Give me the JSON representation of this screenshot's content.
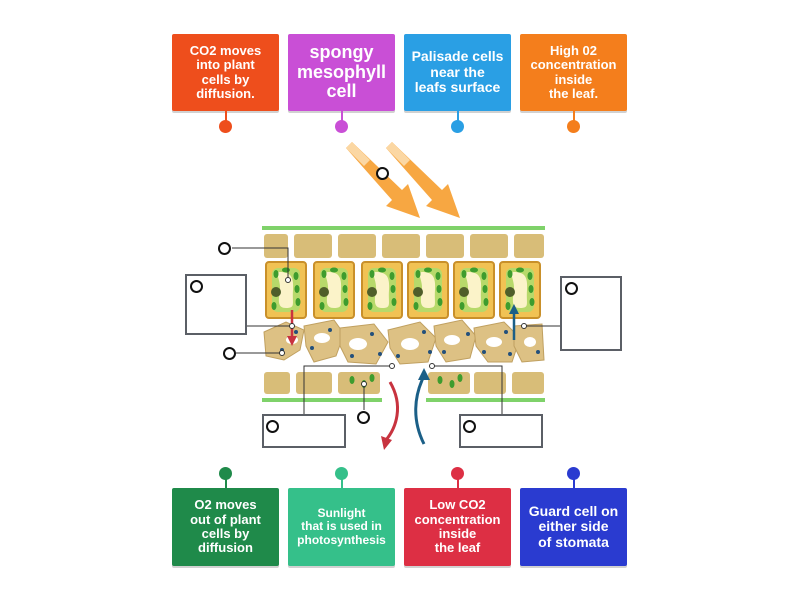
{
  "colors": {
    "orange_red": "#ee4e1c",
    "magenta": "#c94fd6",
    "sky_blue": "#2a9fe4",
    "orange": "#f47e1c",
    "green_dark": "#1f8a4a",
    "green_light": "#35c08a",
    "red": "#dd2f44",
    "blue": "#2a3bd0"
  },
  "top_cards": [
    {
      "text": "CO2 moves\ninto plant\ncells by\ndiffusion.",
      "color": "#ee4e1c"
    },
    {
      "text": "spongy\nmesophyll\ncell",
      "color": "#c94fd6"
    },
    {
      "text": "Palisade cells\nnear the\nleafs surface",
      "color": "#2a9fe4"
    },
    {
      "text": "High 02\nconcentration\ninside\nthe leaf.",
      "color": "#f47e1c"
    }
  ],
  "bottom_cards": [
    {
      "text": "O2 moves\nout of plant\ncells by\ndiffusion",
      "color": "#1f8a4a"
    },
    {
      "text": "Sunlight\nthat is used in\nphotosynthesis",
      "color": "#35c08a"
    },
    {
      "text": "Low CO2\nconcentration\ninside\nthe leaf",
      "color": "#dd2f44"
    },
    {
      "text": "Guard cell on\neither side\nof stomata",
      "color": "#2a3bd0"
    }
  ]
}
